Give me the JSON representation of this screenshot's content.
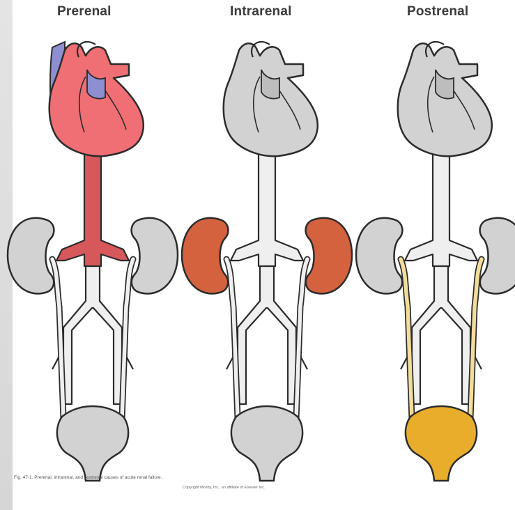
{
  "titles": [
    "Prerenal",
    "Intrarenal",
    "Postrenal"
  ],
  "caption": "Fig. 47-1. Prerenal, intrarenal, and postrenal causes of acute renal failure.",
  "credit": "Copyright Mosby, Inc., an affiliate of Elsevier Inc.",
  "colors": {
    "gray_fill": "#d2d2d2",
    "outline": "#2b2b2b",
    "vessel": "#efefef",
    "heart_red": "#ef6f74",
    "aorta_red": "#d7585a",
    "vein_blue": "#8e8fd0",
    "kidney_red": "#d5623f",
    "urine_yellow": "#f2dd9a",
    "bladder_yellow": "#e9ad2c"
  },
  "figures": [
    {
      "cause": "prerenal",
      "highlight": [
        "heart",
        "aorta"
      ]
    },
    {
      "cause": "intrarenal",
      "highlight": [
        "kidneys"
      ]
    },
    {
      "cause": "postrenal",
      "highlight": [
        "ureters",
        "bladder"
      ]
    }
  ]
}
